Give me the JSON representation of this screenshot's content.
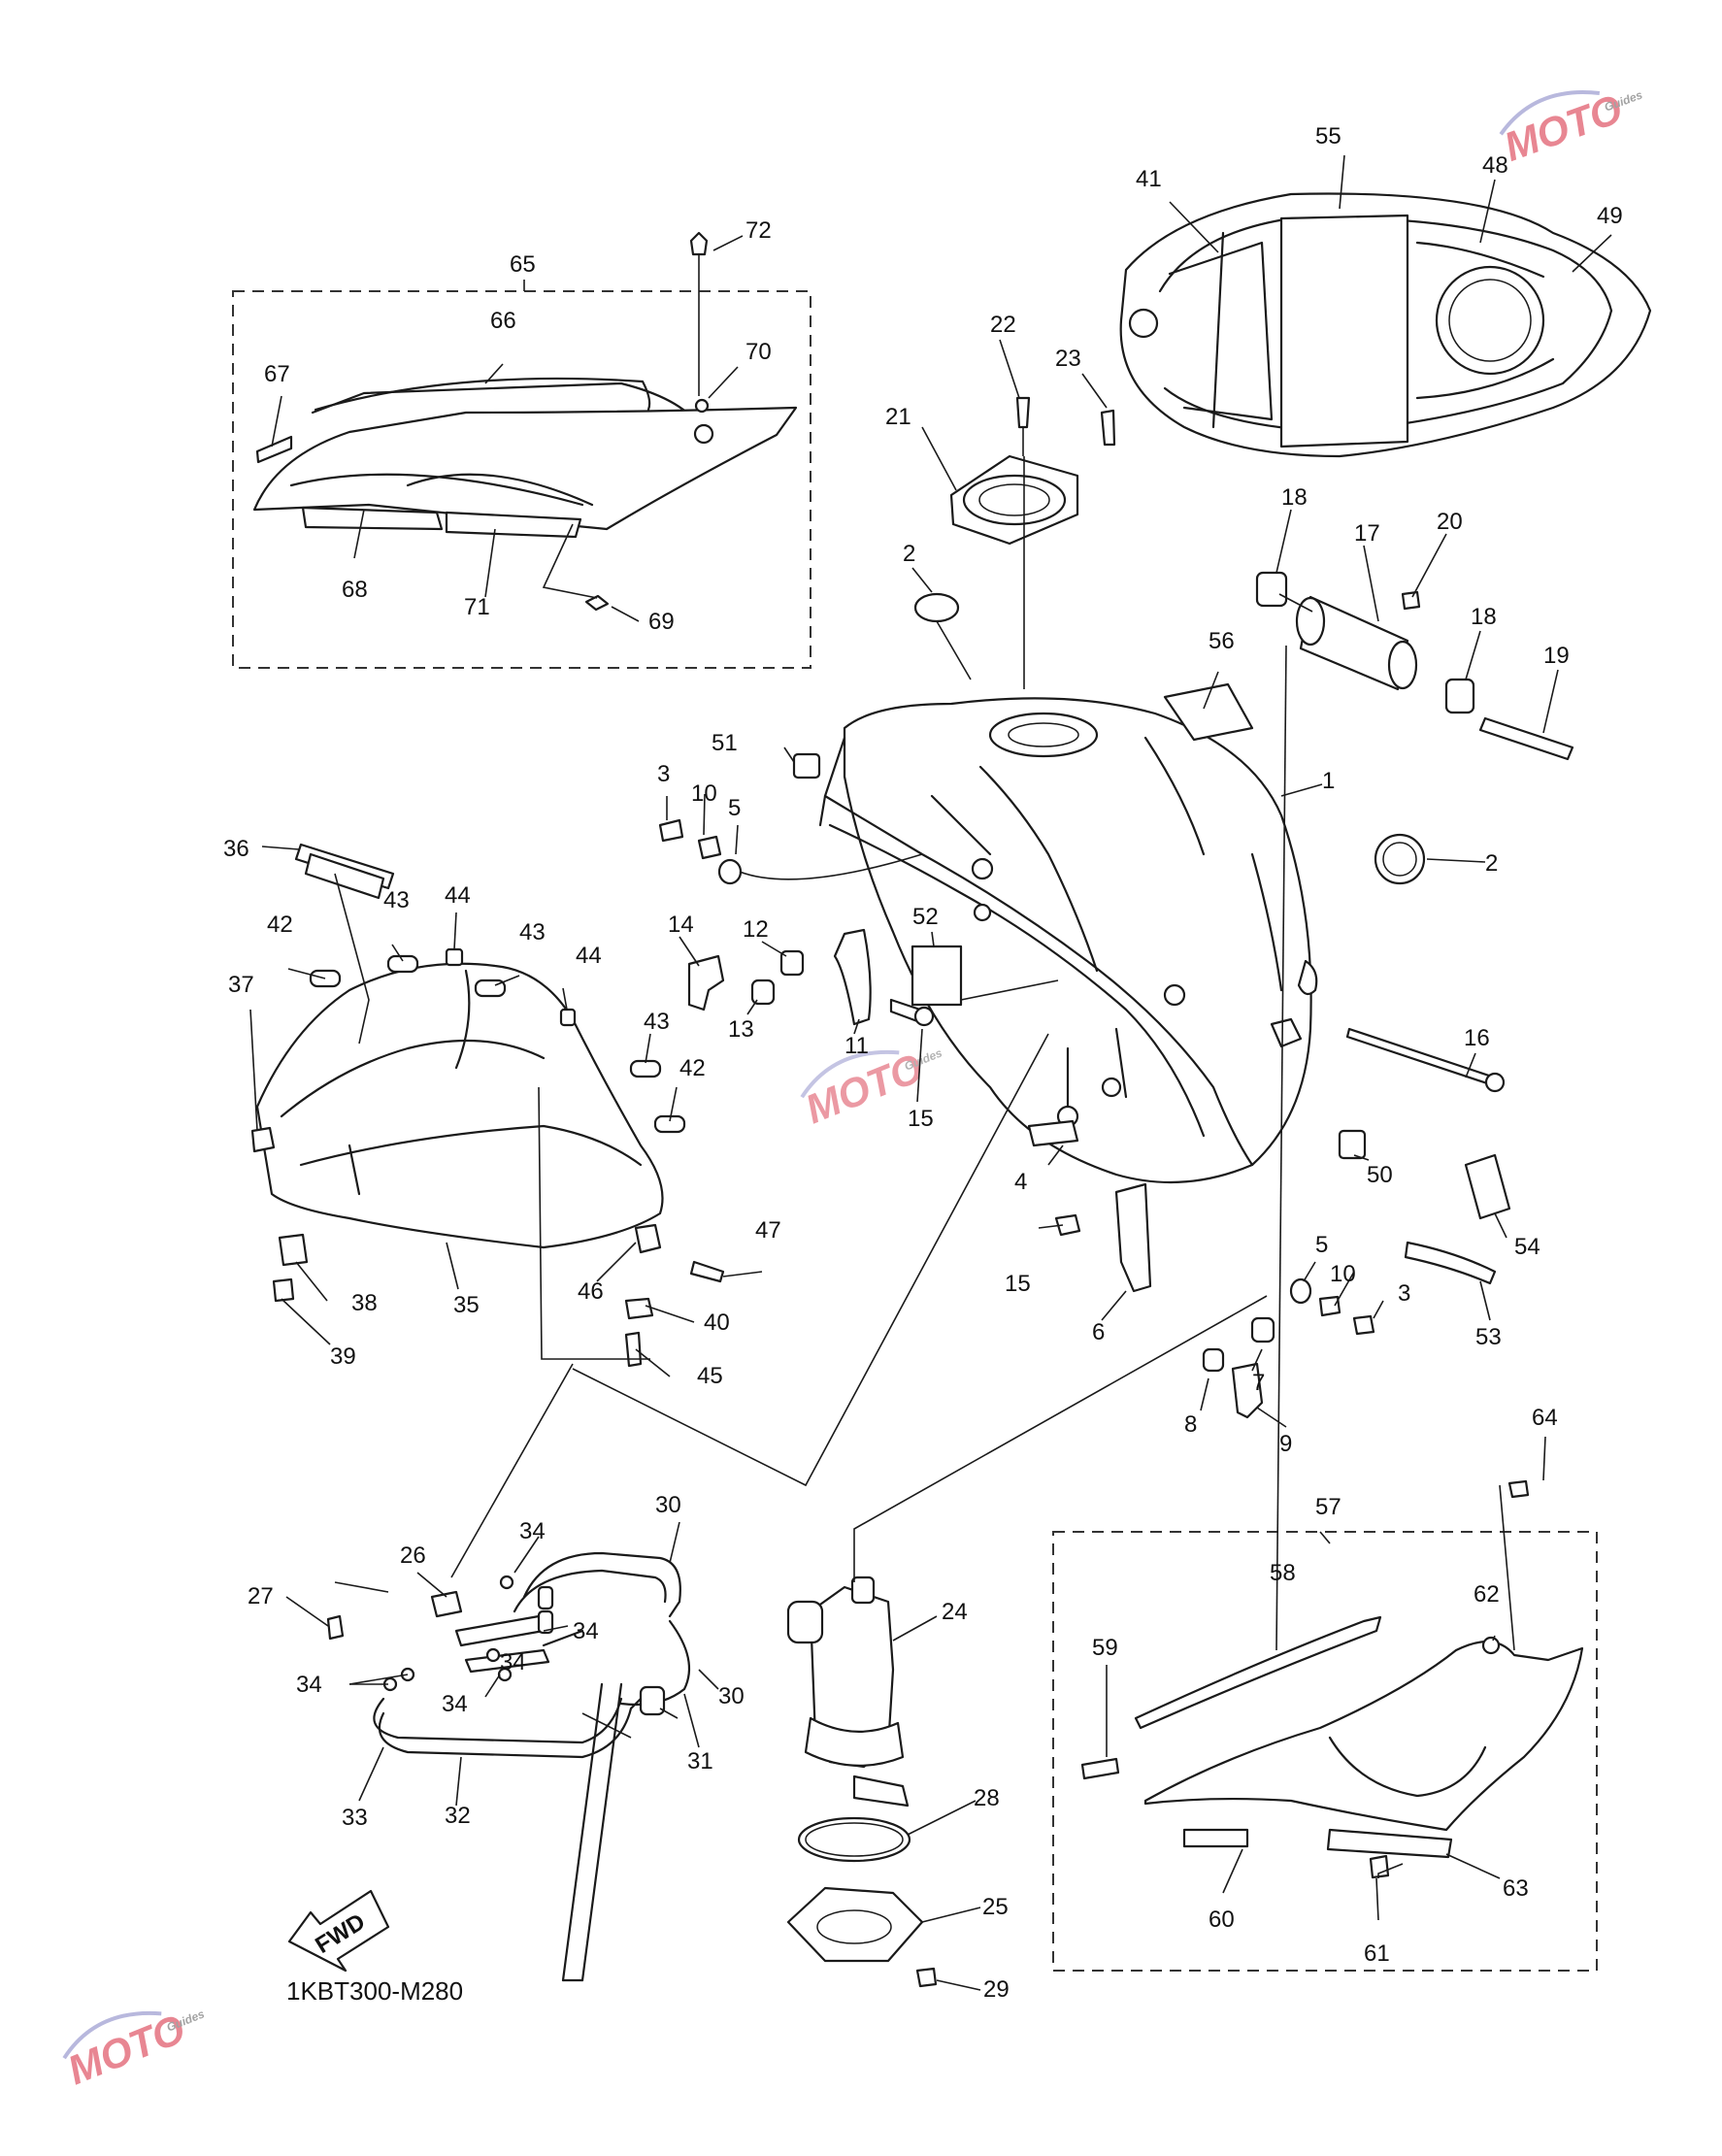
{
  "diagram_code": "1KBT300-M280",
  "fwd_label": "FWD",
  "watermark": {
    "text": "MOTO",
    "sub": "Guides",
    "color_a": "#d9364a",
    "color_b": "#8a8ac8"
  },
  "callouts": [
    "1",
    "2",
    "2",
    "3",
    "3",
    "4",
    "5",
    "5",
    "6",
    "7",
    "8",
    "9",
    "10",
    "10",
    "11",
    "12",
    "13",
    "14",
    "15",
    "15",
    "16",
    "17",
    "18",
    "18",
    "19",
    "20",
    "21",
    "22",
    "23",
    "24",
    "25",
    "26",
    "27",
    "28",
    "29",
    "30",
    "30",
    "31",
    "32",
    "33",
    "34",
    "34",
    "34",
    "34",
    "34",
    "35",
    "36",
    "37",
    "38",
    "39",
    "40",
    "41",
    "42",
    "42",
    "43",
    "43",
    "43",
    "44",
    "44",
    "45",
    "46",
    "47",
    "48",
    "49",
    "50",
    "51",
    "52",
    "53",
    "54",
    "55",
    "56",
    "57",
    "58",
    "59",
    "60",
    "61",
    "62",
    "63",
    "64",
    "65",
    "66",
    "67",
    "68",
    "69",
    "70",
    "71",
    "72"
  ]
}
